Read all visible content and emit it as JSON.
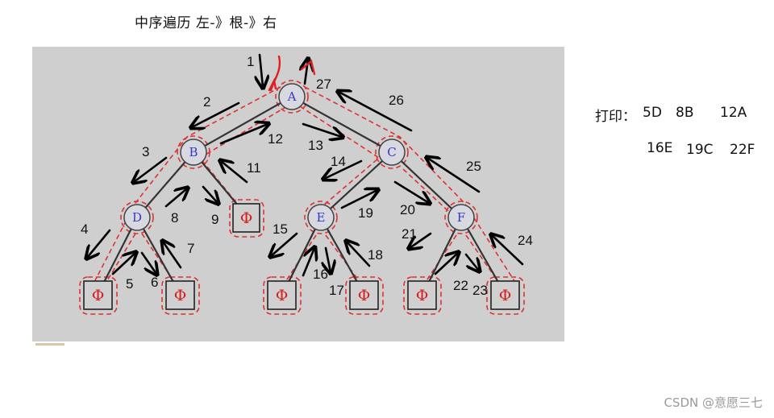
{
  "title": "中序遍历 左-》根-》右",
  "tree": {
    "nodes": [
      {
        "id": "A",
        "label": "A"
      },
      {
        "id": "B",
        "label": "B"
      },
      {
        "id": "C",
        "label": "C"
      },
      {
        "id": "D",
        "label": "D"
      },
      {
        "id": "E",
        "label": "E"
      },
      {
        "id": "F",
        "label": "F"
      }
    ],
    "null_label": "Φ",
    "step_labels": [
      "1",
      "2",
      "3",
      "4",
      "5",
      "6",
      "7",
      "8",
      "9",
      "11",
      "12",
      "13",
      "14",
      "15",
      "16",
      "17",
      "18",
      "19",
      "20",
      "21",
      "22",
      "23",
      "24",
      "25",
      "26",
      "27"
    ]
  },
  "print": {
    "label": "打印：",
    "row1": [
      "5D",
      "8B",
      "12A"
    ],
    "row2": [
      "16E",
      "19C",
      "22F"
    ]
  },
  "colors": {
    "panel": "#cfcfcf",
    "node_fill": "#d8d8e0",
    "node_text": "#3838c8",
    "null_text": "#d42020",
    "dashed_path": "#e03030",
    "arrow": "#000000"
  },
  "icons": [
    "red-flame-icon"
  ],
  "watermark": "CSDN @意愿三七"
}
